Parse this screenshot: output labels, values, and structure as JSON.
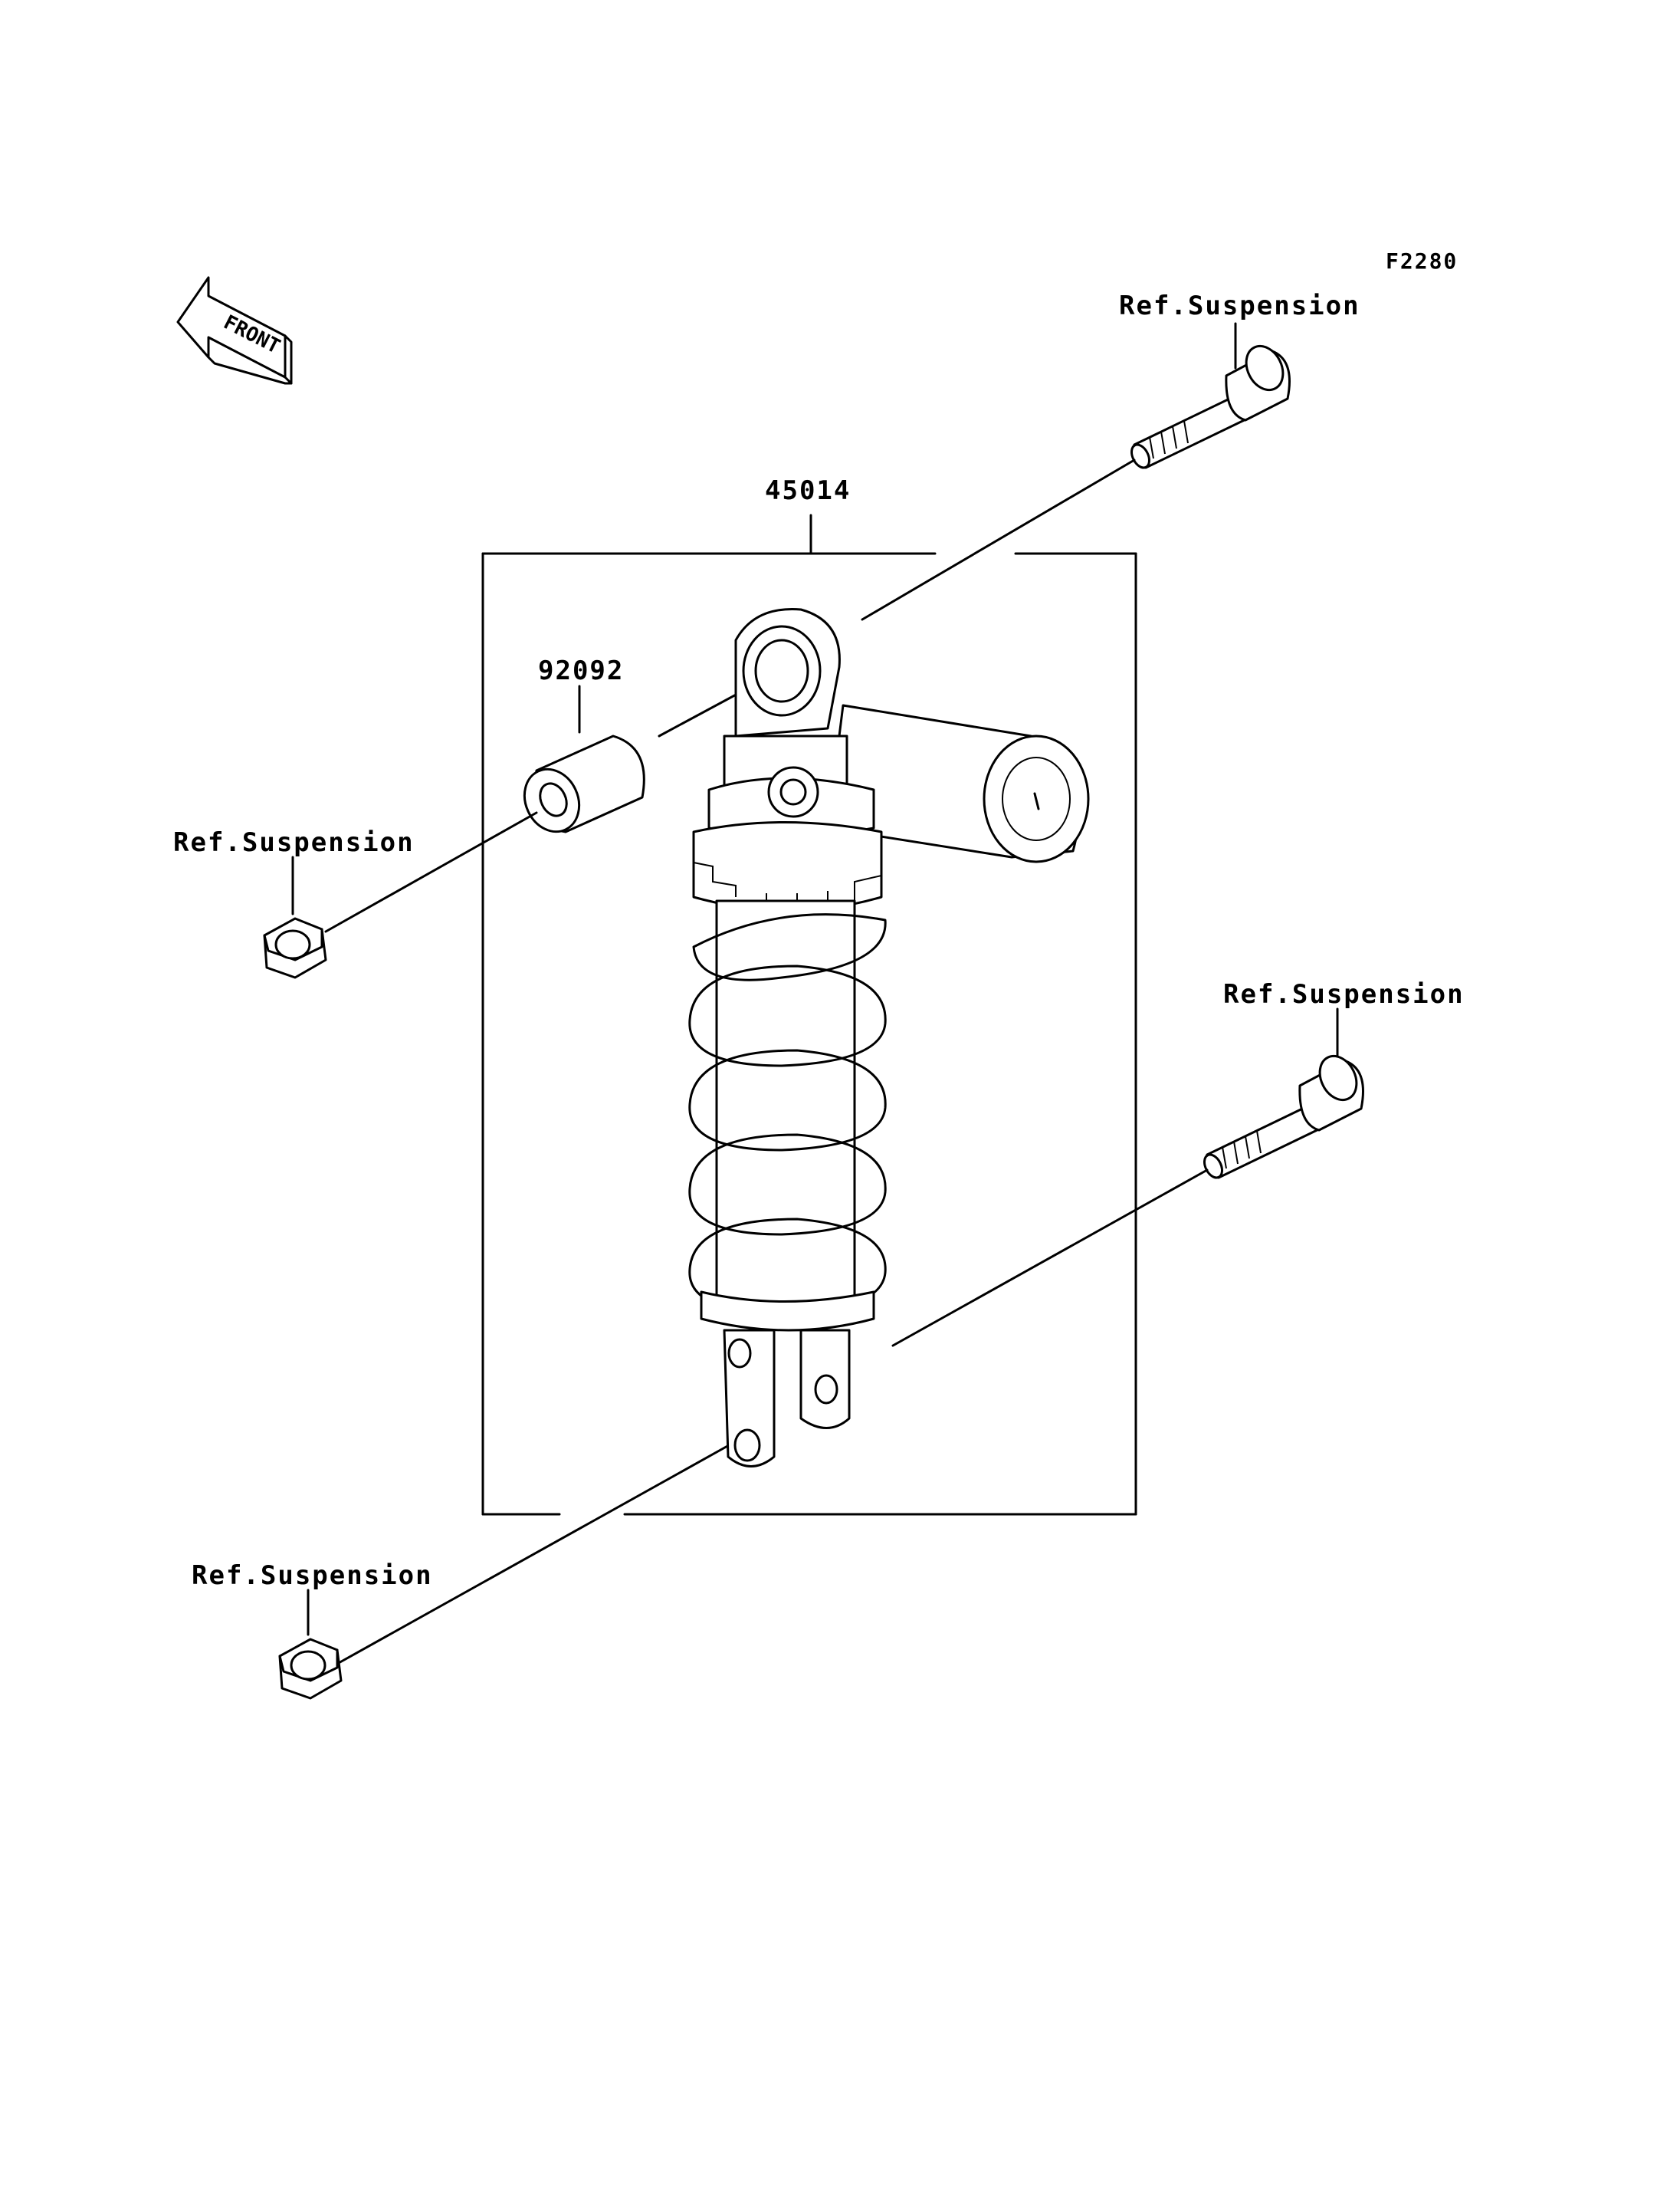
{
  "figure_code": "F2280",
  "front_label": "FRONT",
  "parts": {
    "shock_absorber": "45014",
    "collar": "92092"
  },
  "references": {
    "top_bolt": "Ref.Suspension",
    "top_nut": "Ref.Suspension",
    "bottom_bolt": "Ref.Suspension",
    "bottom_nut": "Ref.Suspension"
  }
}
